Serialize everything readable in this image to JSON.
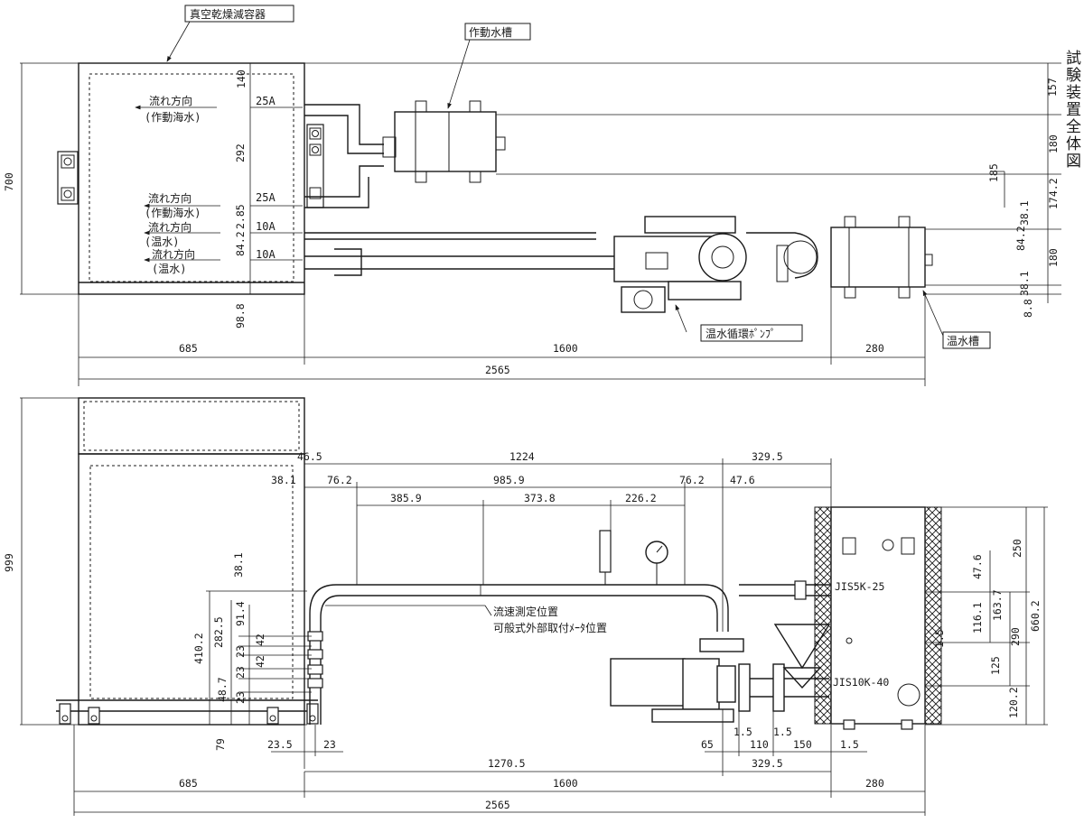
{
  "drawing_title": "試験装置全体図",
  "top_view": {
    "chamber_label": "真空乾燥減容器",
    "working_tank_label": "作動水槽",
    "pump_label": "温水循環ﾎﾟﾝﾌﾟ",
    "hot_tank_label": "温水槽",
    "flow_labels": [
      {
        "line1": "流れ方向",
        "line2": "(作動海水)"
      },
      {
        "line1": "流れ方向",
        "line2": "(作動海水)"
      },
      {
        "line1": "流れ方向",
        "line2": "(温水)"
      },
      {
        "line1": "流れ方向",
        "line2": "(温水)"
      }
    ],
    "pipe_sizes": [
      "25A",
      "25A",
      "10A",
      "10A"
    ],
    "left_dims": {
      "height": "700"
    },
    "vertical_dims": [
      "140",
      "292",
      "2.85",
      "84.2",
      "98.8"
    ],
    "right_dims": [
      "157",
      "180",
      "174.2",
      "38.1",
      "84.2",
      "38.1",
      "8.8",
      "180",
      "185"
    ],
    "bottom_dims": {
      "a": "685",
      "b": "1600",
      "c": "280",
      "total": "2565"
    }
  },
  "side_view": {
    "flow_point_label": "流速測定位置",
    "meter_label": "可般式外部取付ﾒｰﾀ位置",
    "flange_labels": [
      "JIS5K-25",
      "JIS10K-40"
    ],
    "left_dims": {
      "height": "999"
    },
    "top_dims": [
      "46.5",
      "1224",
      "329.5",
      "38.1",
      "76.2",
      "985.9",
      "76.2",
      "47.6",
      "385.9",
      "373.8",
      "226.2"
    ],
    "vertical_dims": [
      "38.1",
      "91.4",
      "282.5",
      "410.2",
      "42",
      "23",
      "42",
      "23",
      "48.7",
      "23",
      "79"
    ],
    "right_dims": [
      "250",
      "47.6",
      "116.1",
      "163.7",
      "290",
      "125",
      "660.2",
      "120.2",
      "1.5"
    ],
    "bottom_dims": [
      "23.5",
      "23",
      "65",
      "1.5",
      "110",
      "1.5",
      "150",
      "1.5",
      "1270.5",
      "329.5"
    ],
    "overall_dims": {
      "a": "685",
      "b": "1600",
      "c": "280",
      "total": "2565"
    }
  }
}
